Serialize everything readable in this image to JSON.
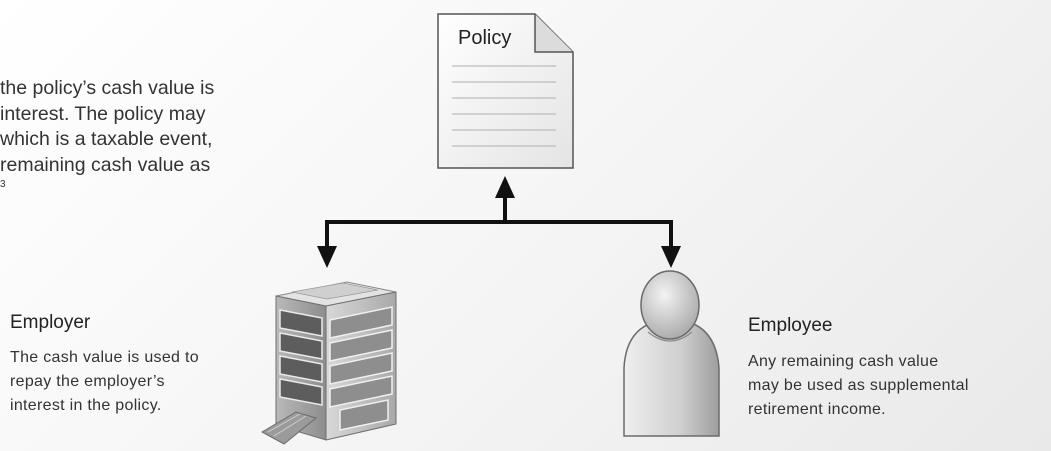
{
  "intro": {
    "lines": [
      "the policy’s cash value is",
      "interest. The policy may",
      "which is a taxable event,",
      "remaining cash value as"
    ],
    "footnote": "3"
  },
  "policy_doc": {
    "label": "Policy"
  },
  "employer": {
    "heading": "Employer",
    "lines": [
      "The cash value is used to",
      "repay the employer’s",
      "interest in the policy."
    ]
  },
  "employee": {
    "heading": "Employee",
    "lines": [
      "Any remaining cash value",
      "may be used as supplemental",
      "retirement income."
    ]
  },
  "colors": {
    "arrow": "#111111",
    "document_fill": "#f2f2f2",
    "building": "#8a8a8a",
    "person": "#c9c9c9"
  }
}
